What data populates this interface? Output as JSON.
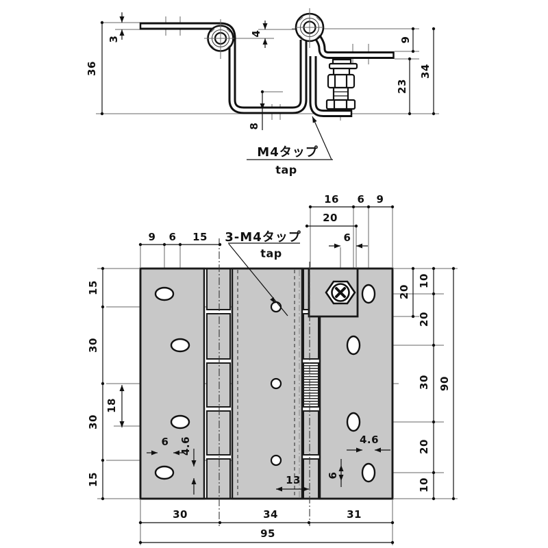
{
  "colors": {
    "background": "#ffffff",
    "plate_fill": "#c8c8c8",
    "line": "#1a1a1a"
  },
  "side_view": {
    "thickness": "3",
    "height_total": "36",
    "pin_offset": "4",
    "foot_depth": "8",
    "arm_offset": "9",
    "clamp_height": "23",
    "overall_height": "34",
    "tap_note_jp": "M4タップ",
    "tap_note_en": "tap"
  },
  "plan_view": {
    "top_left": {
      "d1": "9",
      "d2": "6",
      "d3": "15"
    },
    "tap_note_jp": "3-M4タップ",
    "tap_note_en": "tap",
    "top_right": {
      "d1": "16",
      "d2": "6",
      "d3": "9",
      "block_width": "20",
      "screw_offset": "6"
    },
    "left": {
      "d1": "15",
      "d2": "30",
      "d3": "30",
      "d4": "15",
      "inner": "18"
    },
    "right": {
      "block_height": "20",
      "d1": "10",
      "d2": "20",
      "d3": "30",
      "d4": "20",
      "d5": "10",
      "overall": "90"
    },
    "bottom": {
      "d1": "30",
      "d2": "34",
      "d3": "31",
      "overall": "95",
      "tap_offset": "13"
    },
    "slots": {
      "left_w": "6",
      "left_h": "4.6",
      "right_w": "4.6",
      "right_h": "6"
    }
  }
}
